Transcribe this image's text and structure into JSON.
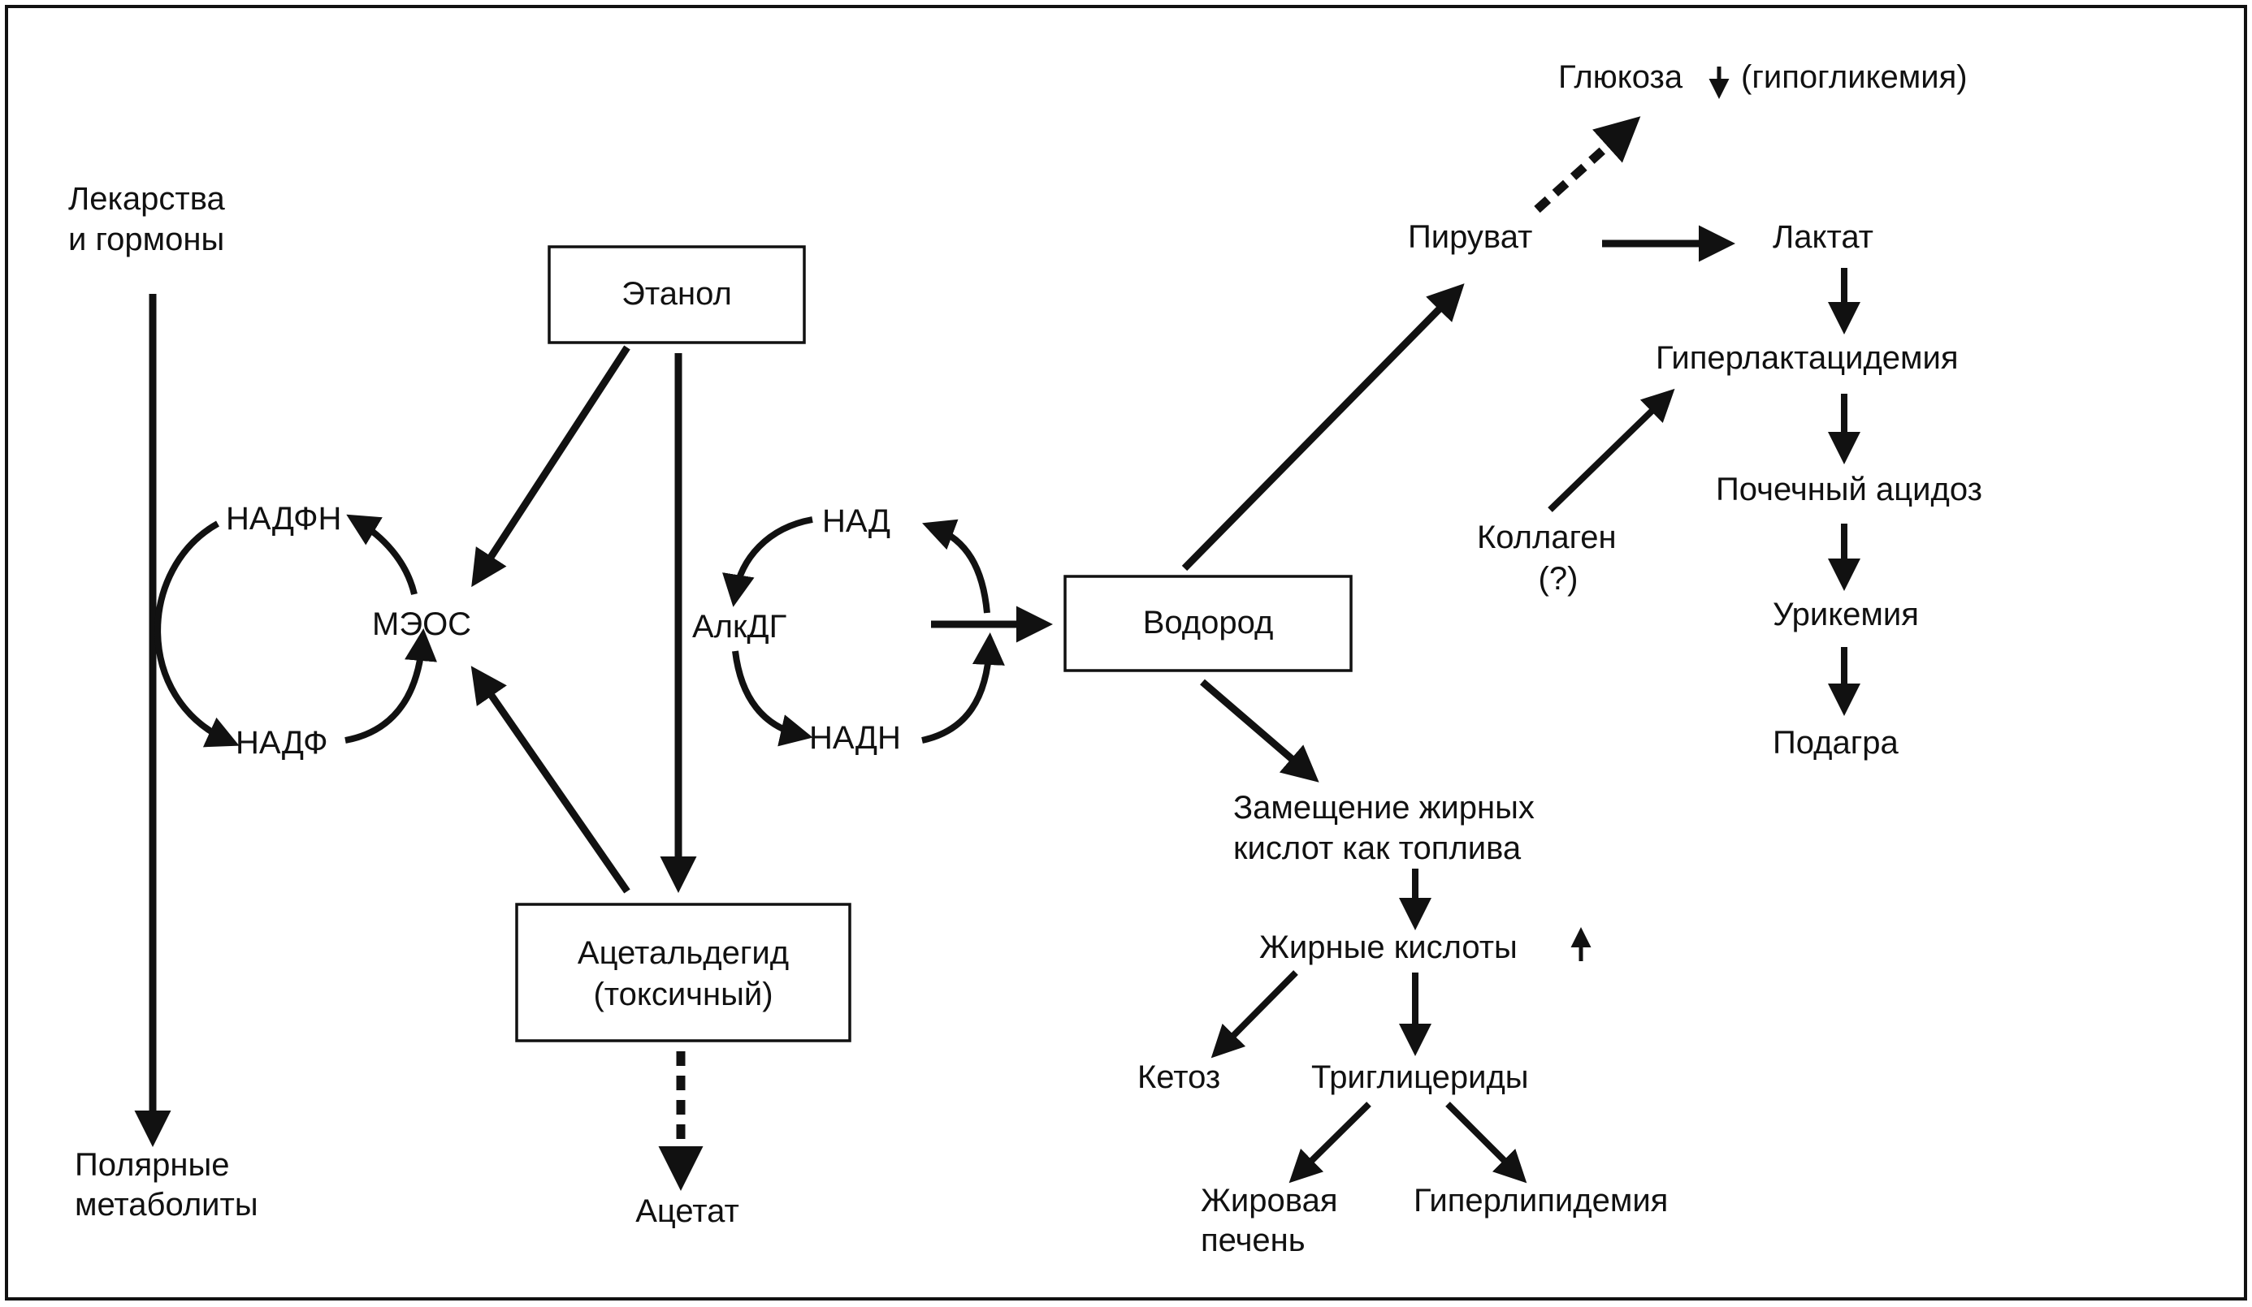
{
  "colors": {
    "ink": "#111111",
    "background": "#ffffff"
  },
  "nodes": {
    "drugs_line1": "Лекарства",
    "drugs_line2": "и гормоны",
    "polar_line1": "Полярные",
    "polar_line2": "метаболиты",
    "ethanol": "Этанол",
    "meos": "МЭОС",
    "nadph": "НАДФН",
    "nadp": "НАДФ",
    "nad": "НАД",
    "nadh": "НАДН",
    "adh": "АлкДГ",
    "acetaldehyde_line1": "Ацетальдегид",
    "acetaldehyde_line2": "(токсичный)",
    "acetate": "Ацетат",
    "hydrogen": "Водород",
    "pyruvate": "Пируват",
    "glucose": "Глюкоза",
    "hypoglycemia": "(гипогликемия)",
    "lactate": "Лактат",
    "hyperlactacidemia": "Гиперлактацидемия",
    "collagen_line1": "Коллаген",
    "collagen_line2": "(?)",
    "renal_acidosis": "Почечный ацидоз",
    "uricemia": "Урикемия",
    "gout": "Подагра",
    "fa_replacement_line1": "Замещение жирных",
    "fa_replacement_line2": "кислот как топлива",
    "fatty_acids": "Жирные кислоты",
    "ketosis": "Кетоз",
    "triglycerides": "Триглицериды",
    "fatty_liver_line1": "Жировая",
    "fatty_liver_line2": "печень",
    "hyperlipidemia": "Гиперлипидемия"
  }
}
